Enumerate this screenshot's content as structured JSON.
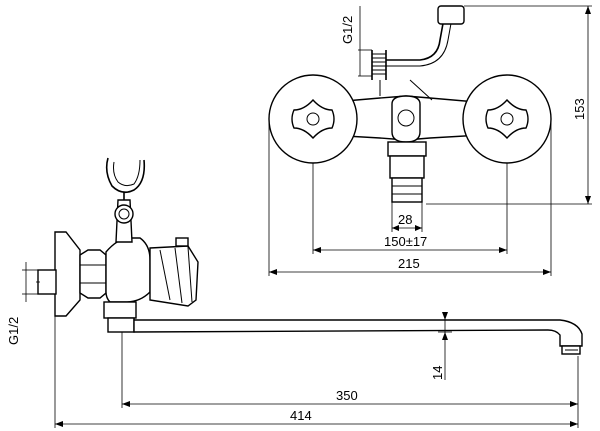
{
  "dimensions": {
    "side_thread": "G1/2",
    "side_spout_height": "14",
    "side_spout_reach": "350",
    "side_overall_length": "414",
    "front_thread": "G1/2",
    "front_height": "153",
    "front_outlet": "28",
    "front_center_distance": "150±17",
    "front_overall_width": "215"
  }
}
